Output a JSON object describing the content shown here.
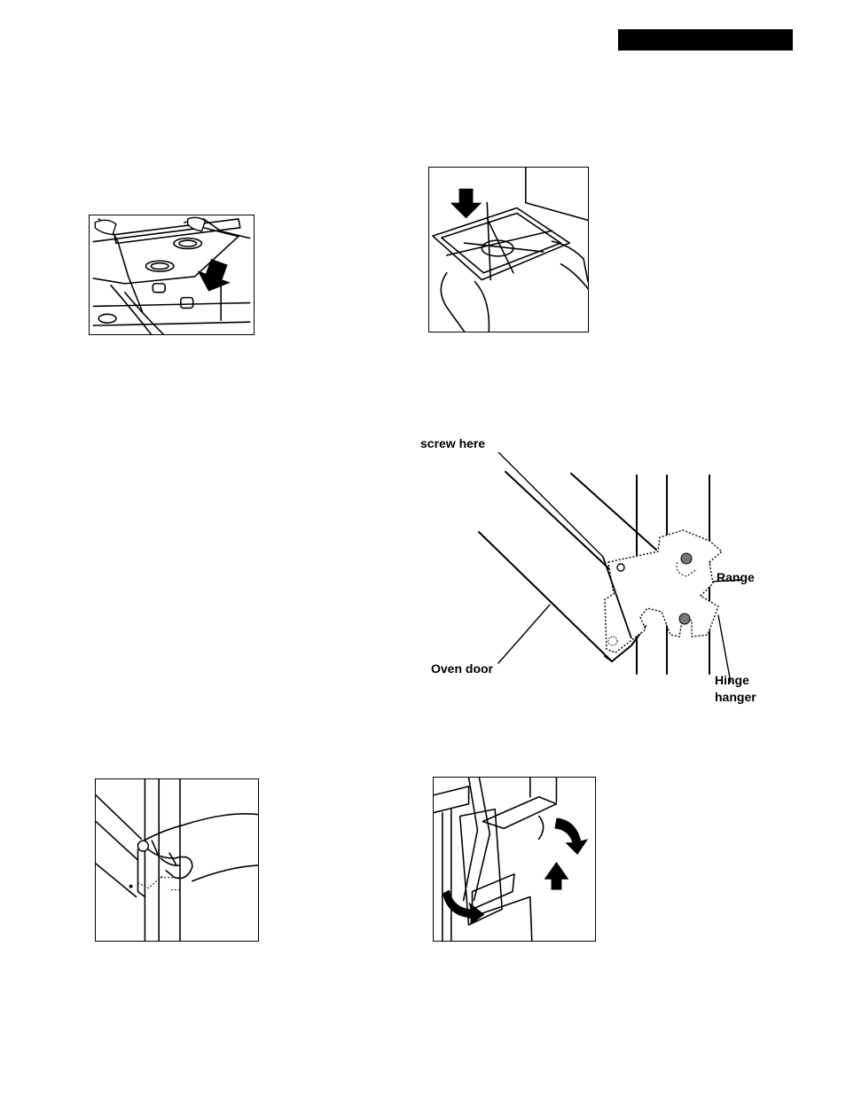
{
  "labels": {
    "screw_here": "screw here",
    "range": "Range",
    "oven_door": "Oven door",
    "hinge_hanger_line1": "Hinge",
    "hinge_hanger_line2": "hanger"
  },
  "icons": {
    "arrow_down": "arrow-down-icon",
    "arrow_up": "arrow-up-icon",
    "arrow_curved": "curved-arrow-icon"
  }
}
